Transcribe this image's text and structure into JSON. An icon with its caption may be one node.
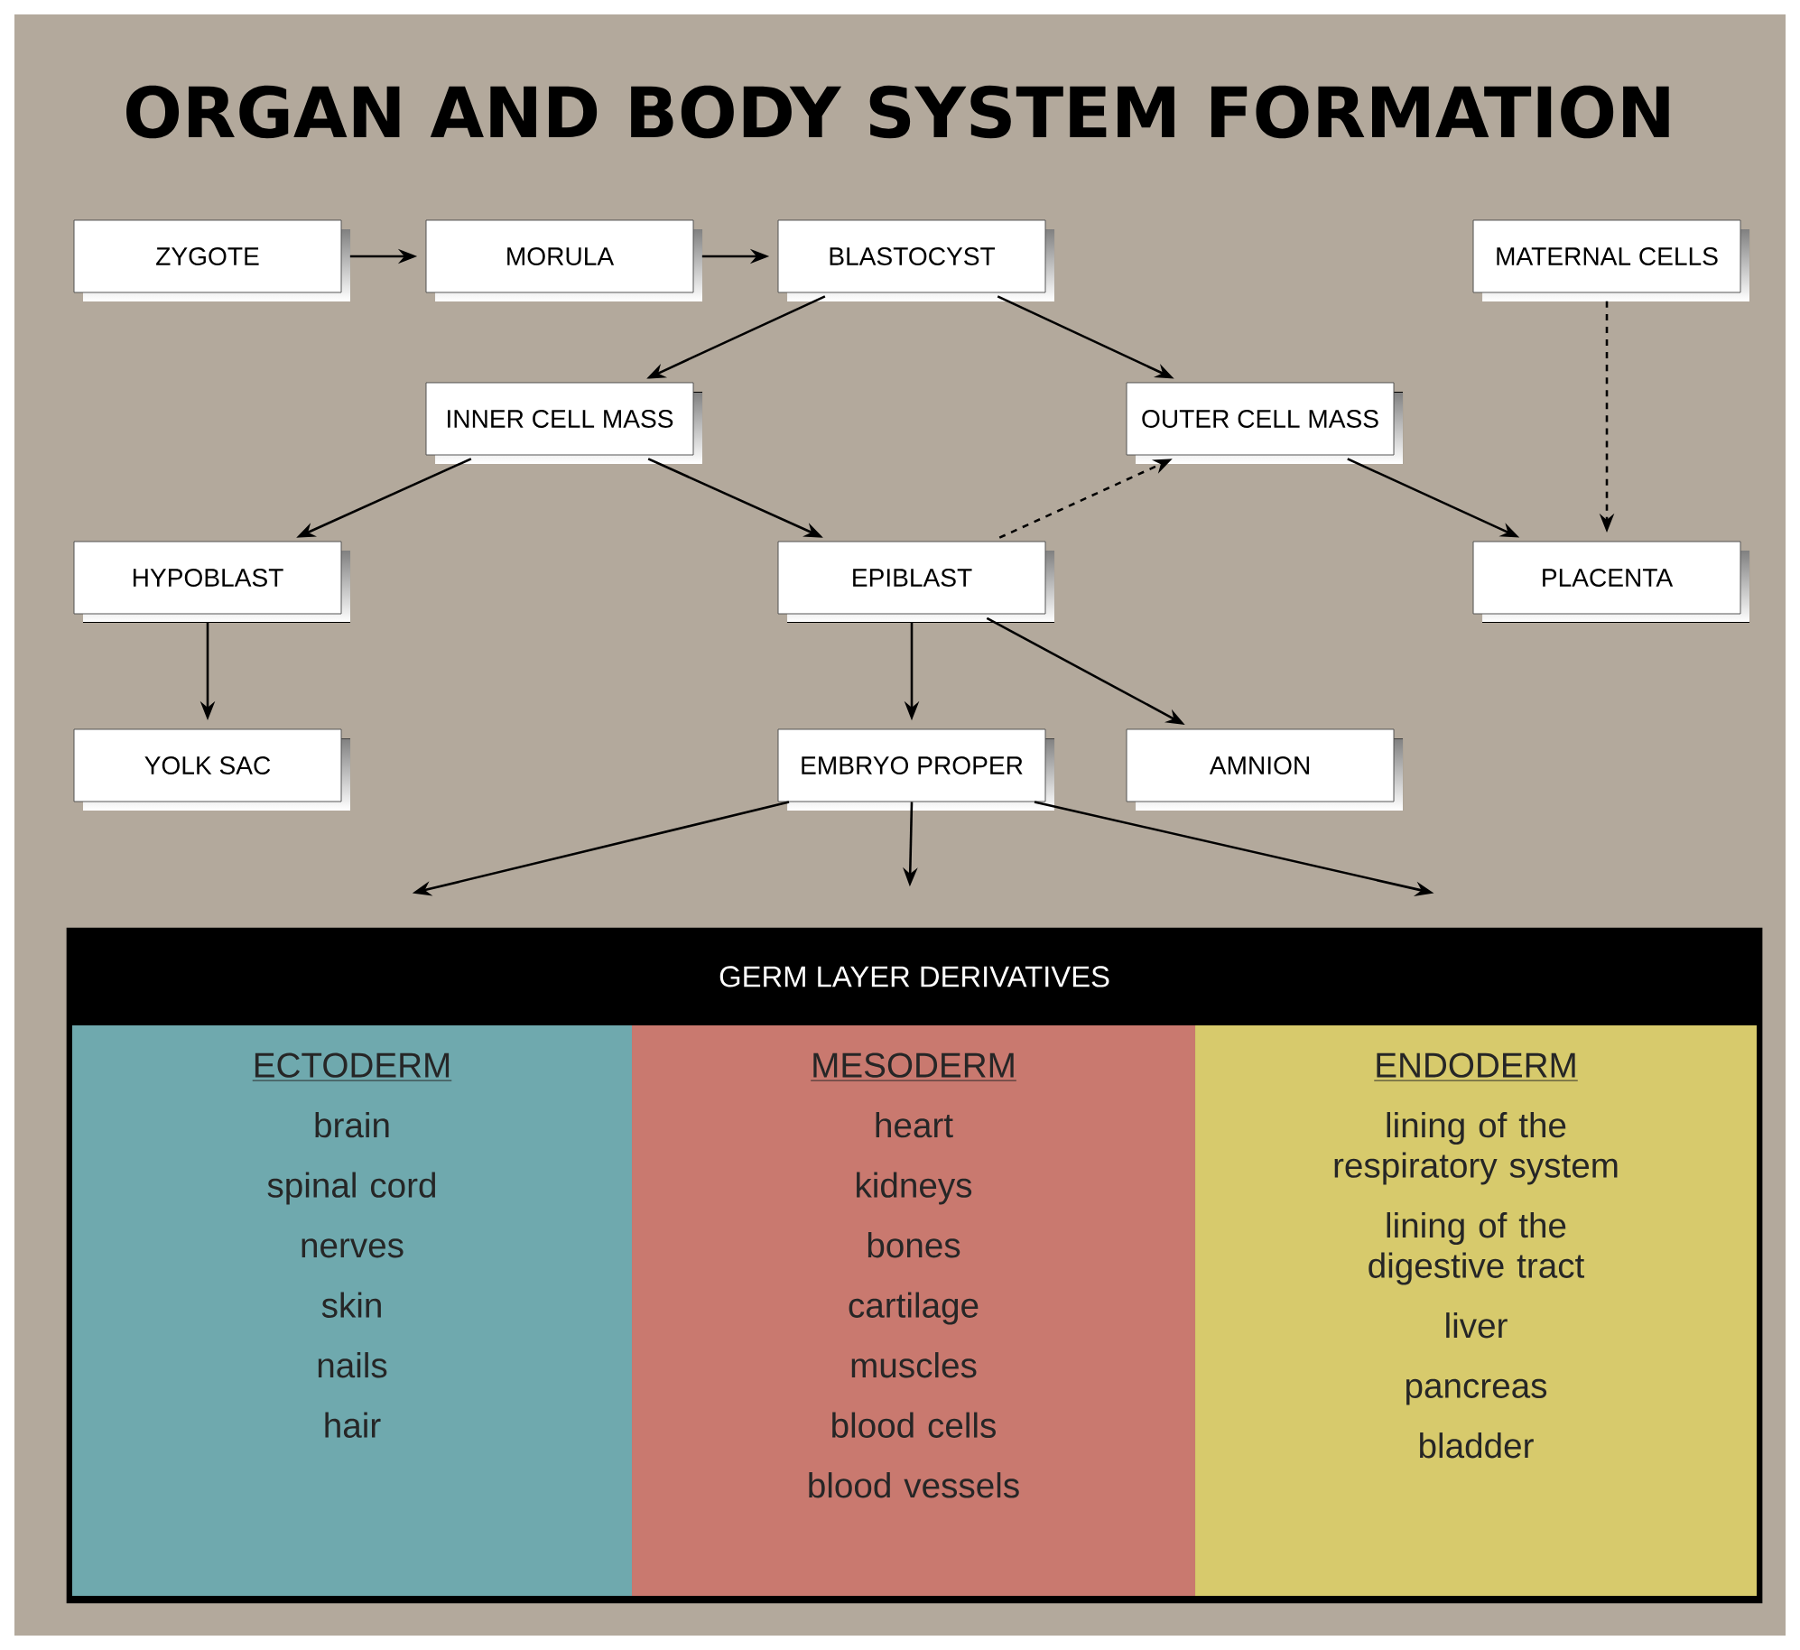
{
  "diagram": {
    "title": "ORGAN AND BODY SYSTEM FORMATION",
    "nodes": [
      {
        "text": [
          "ZYGOTE"
        ]
      },
      {
        "text": [
          "MORULA"
        ]
      },
      {
        "text": [
          "BLASTOCYST"
        ]
      },
      {
        "text": [
          "MATERNAL CELLS"
        ]
      },
      {
        "text": [
          "INNER CELL MASS"
        ]
      },
      {
        "text": [
          "OUTER CELL MASS"
        ]
      },
      {
        "text": [
          "HYPOBLAST"
        ]
      },
      {
        "text": [
          "EPIBLAST"
        ]
      },
      {
        "text": [
          "PLACENTA"
        ]
      },
      {
        "text": [
          "YOLK SAC"
        ]
      },
      {
        "text": [
          "EMBRYO PROPER"
        ]
      },
      {
        "text": [
          "AMNION"
        ]
      },
      {
        "text": [
          "GERM LAYER DERIVATIVES"
        ]
      },
      {
        "text": [
          "ECTODERM",
          "brain",
          "spinal cord",
          "nerves",
          "skin",
          "nails",
          "hair"
        ],
        "in": 12
      },
      {
        "text": [
          "MESODERM",
          "heart",
          "kidneys",
          "bones",
          "cartilage",
          "muscles",
          "blood cells",
          "blood vessels"
        ],
        "in": 12
      },
      {
        "text": [
          "ENDODERM",
          "lining of the respiratory system",
          "lining of the digestive tract",
          "liver",
          "pancreas",
          "bladder"
        ],
        "in": 12
      }
    ],
    "edges": [
      {
        "from": 0,
        "to": 1,
        "arrow": "to"
      },
      {
        "from": 1,
        "to": 2,
        "arrow": "to"
      },
      {
        "from": 2,
        "to": 4,
        "arrow": "to"
      },
      {
        "from": 2,
        "to": 5,
        "arrow": "to"
      },
      {
        "from": 3,
        "to": 8,
        "arrow": "to",
        "style": "dashed"
      },
      {
        "from": 4,
        "to": 6,
        "arrow": "to"
      },
      {
        "from": 4,
        "to": 7,
        "arrow": "to"
      },
      {
        "from": 7,
        "to": 5,
        "arrow": "to",
        "style": "dashed"
      },
      {
        "from": 5,
        "to": 8,
        "arrow": "to"
      },
      {
        "from": 6,
        "to": 9,
        "arrow": "to"
      },
      {
        "from": 7,
        "to": 10,
        "arrow": "to"
      },
      {
        "from": 7,
        "to": 11,
        "arrow": "to"
      },
      {
        "from": 10,
        "to": 12,
        "arrow": "to"
      },
      {
        "from": 10,
        "to": 12,
        "arrow": "to"
      },
      {
        "from": 10,
        "to": 12,
        "arrow": "to"
      }
    ]
  }
}
